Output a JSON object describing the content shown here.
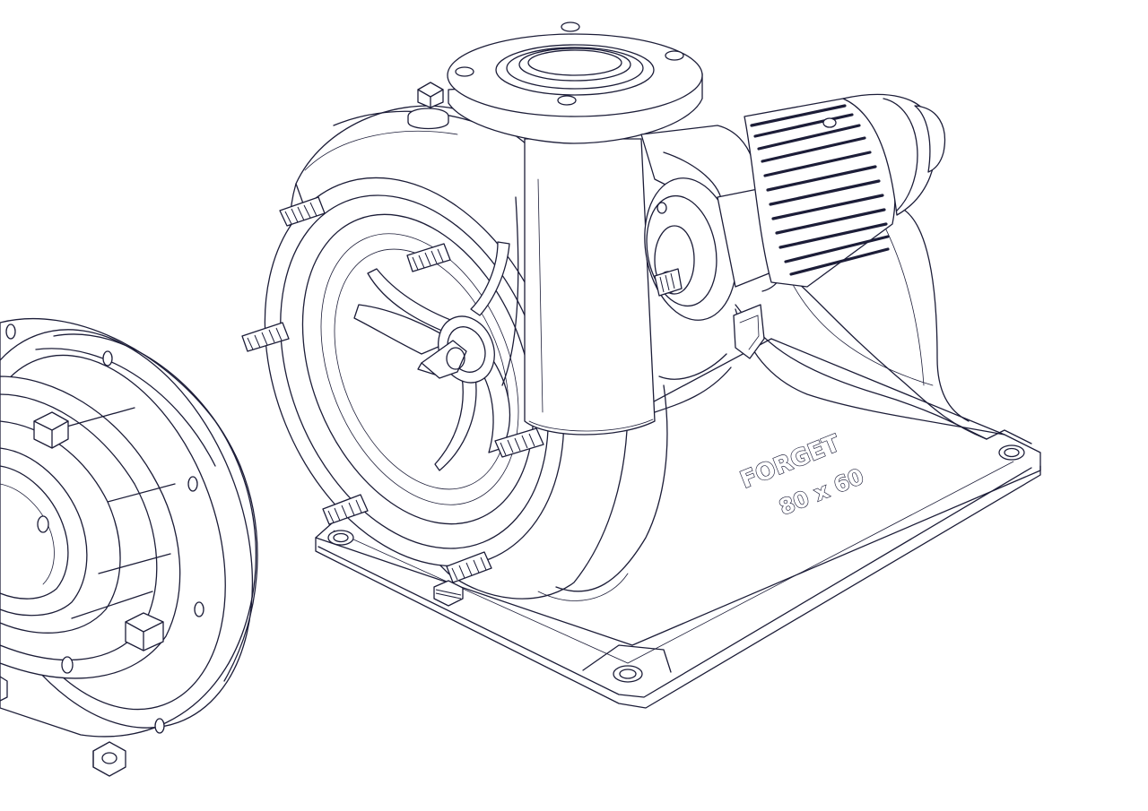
{
  "drawing": {
    "subject": "centrifugal-pump-exploded-line-drawing",
    "line_color": "#1c1d38",
    "background_color": "#ffffff",
    "engraving": {
      "brand": "FORGET",
      "model": "80 x 60"
    }
  }
}
